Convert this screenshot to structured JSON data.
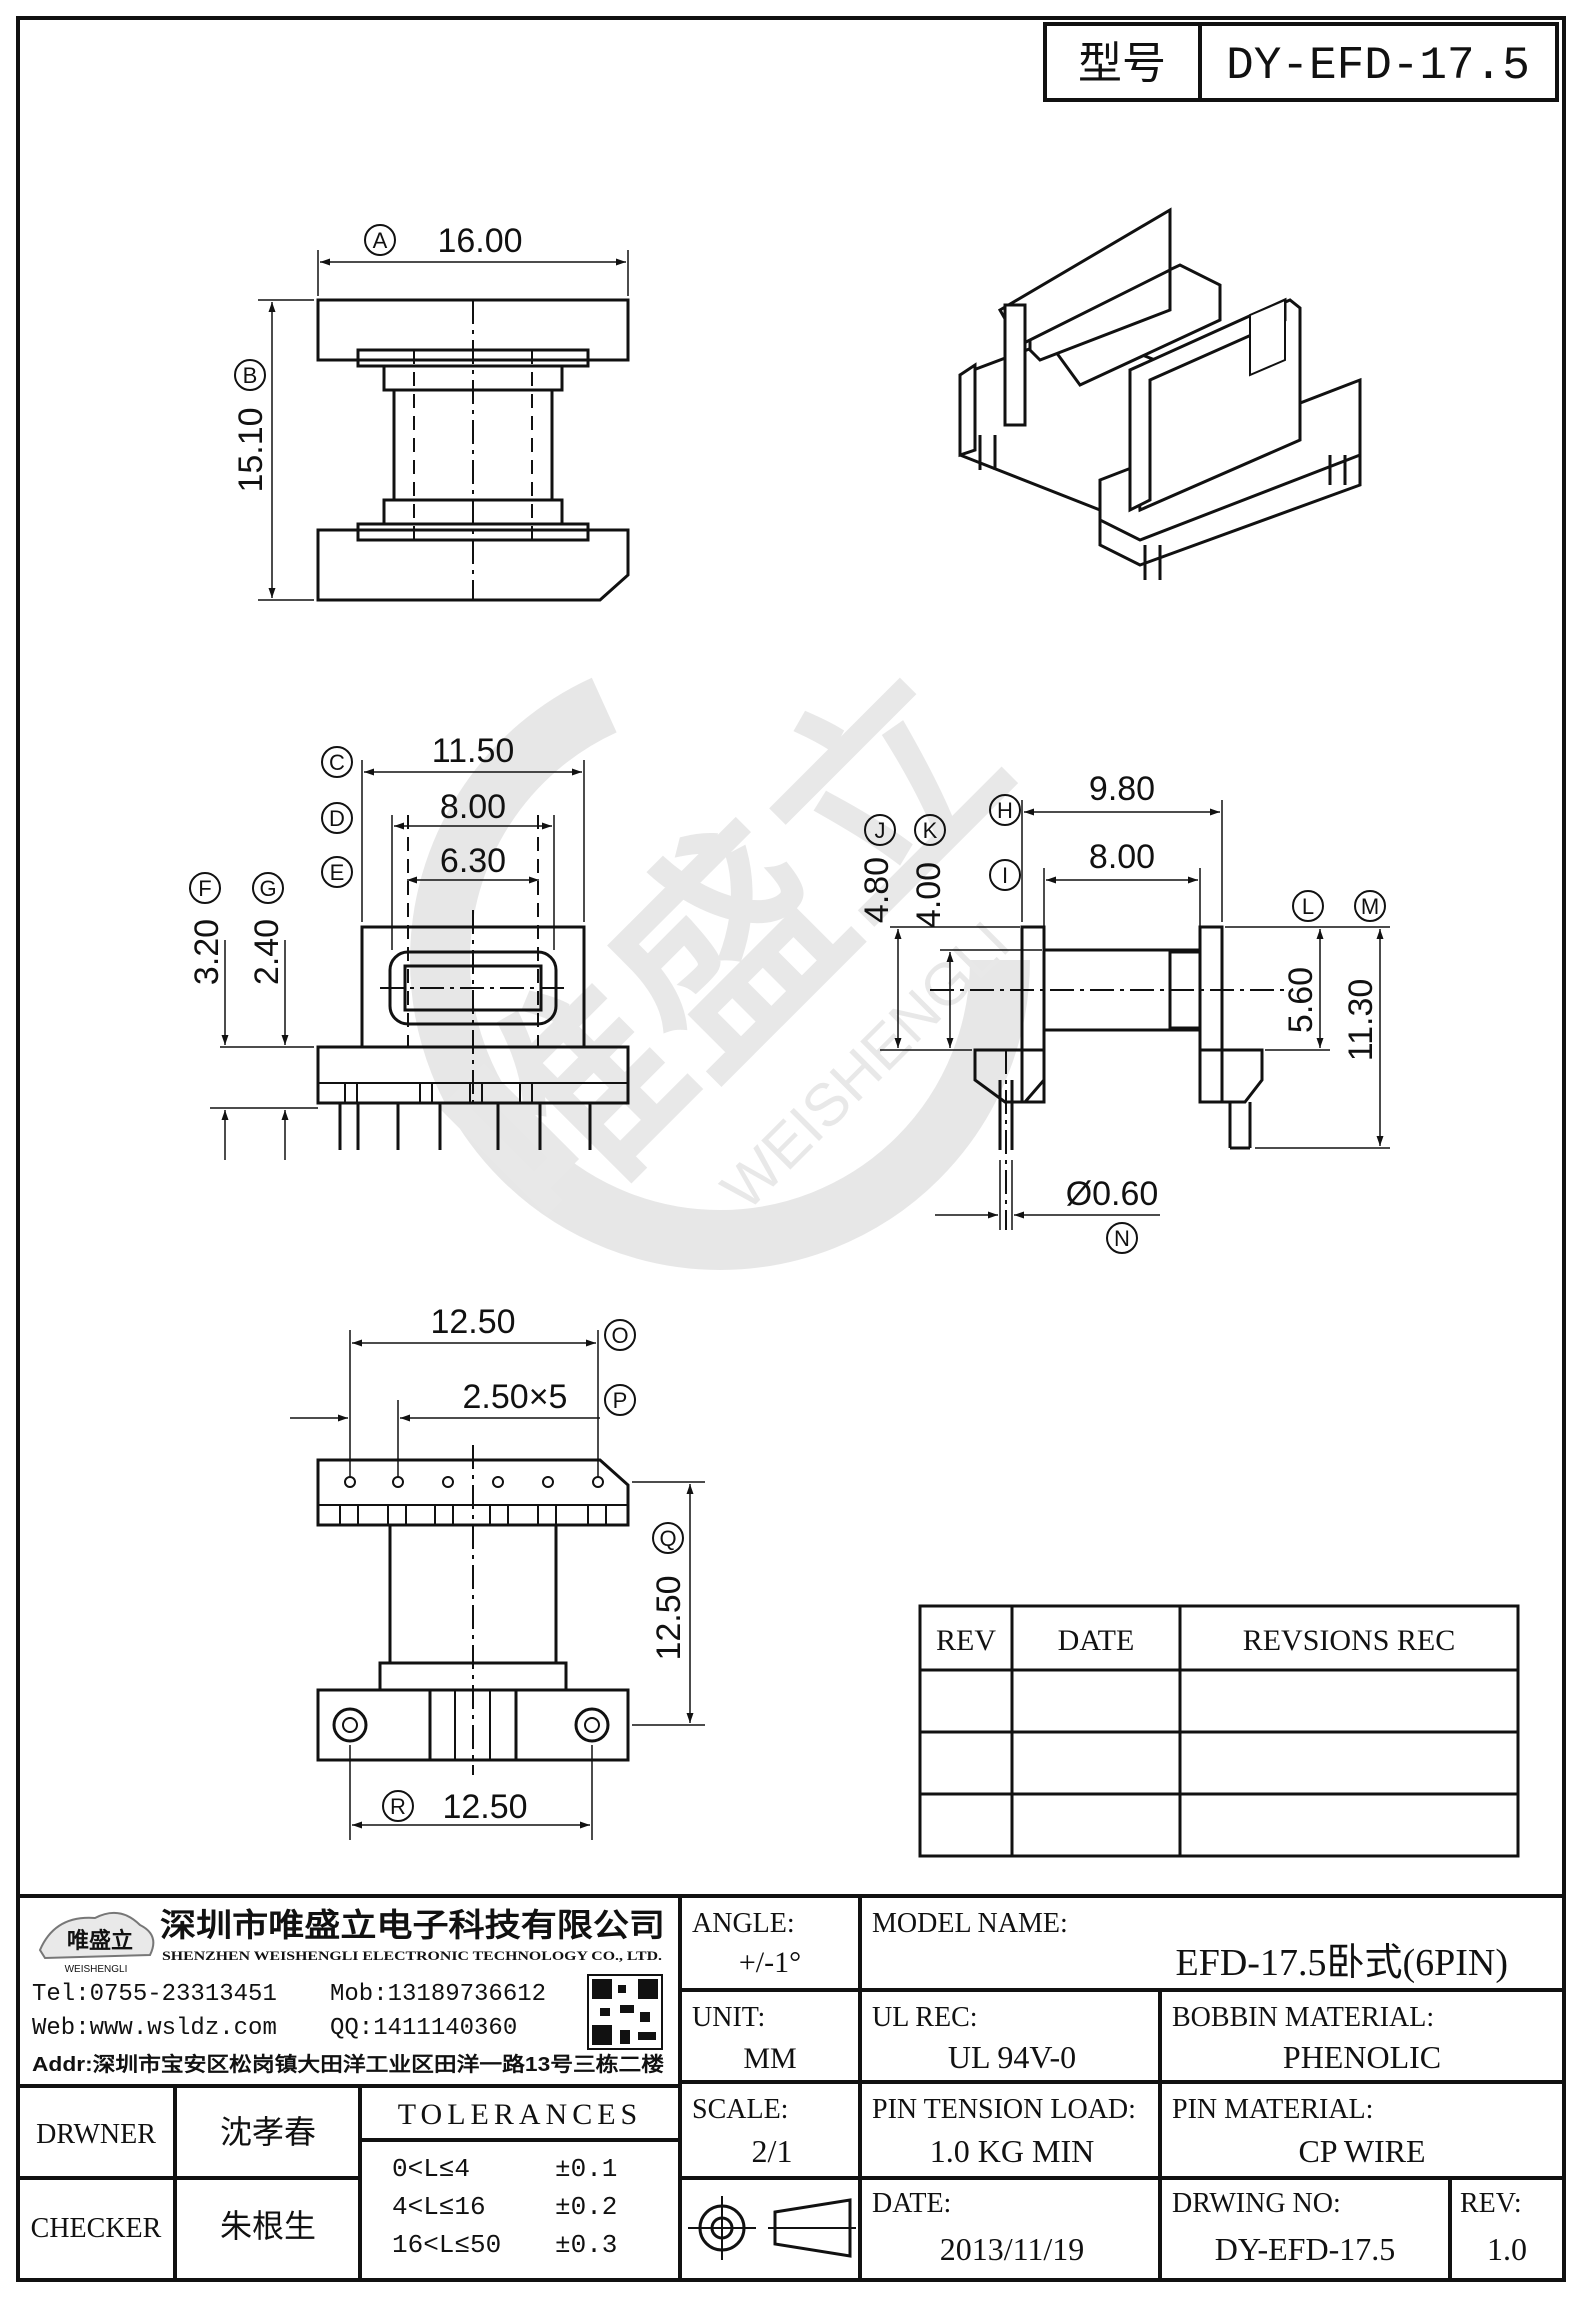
{
  "header": {
    "model_label": "型号",
    "model_value": "DY-EFD-17.5"
  },
  "watermark": {
    "brand": "唯盛立",
    "latin": "WEISHENGLI"
  },
  "dimensions": {
    "top_view": {
      "A_label": "A",
      "A_value": "16.00",
      "B_label": "B",
      "B_value": "15.10"
    },
    "front_view": {
      "C_label": "C",
      "C_value": "11.50",
      "D_label": "D",
      "D_value": "8.00",
      "E_label": "E",
      "E_value": "6.30",
      "F_label": "F",
      "F_value": "3.20",
      "G_label": "G",
      "G_value": "2.40"
    },
    "side_view": {
      "H_label": "H",
      "H_value": "9.80",
      "I_label": "I",
      "I_value": "8.00",
      "J_label": "J",
      "J_value": "4.80",
      "K_label": "K",
      "K_value": "4.00",
      "L_label": "L",
      "M_label": "M",
      "L_value": "5.60",
      "M_value": "11.30",
      "N_label": "N",
      "N_value": "Ø0.60"
    },
    "bottom_view": {
      "O_label": "O",
      "O_value": "12.50",
      "P_label": "P",
      "P_value": "2.50×5",
      "Q_label": "Q",
      "Q_value": "12.50",
      "R_label": "R",
      "R_value": "12.50"
    }
  },
  "revisions": {
    "headers": [
      "REV",
      "DATE",
      "REVSIONS REC"
    ],
    "rows": [
      [
        "",
        "",
        ""
      ],
      [
        "",
        "",
        ""
      ],
      [
        "",
        "",
        ""
      ]
    ]
  },
  "company": {
    "logo_text": "唯盛立",
    "logo_sub": "WEISHENGLI",
    "name_cn": "深圳市唯盛立电子科技有限公司",
    "name_en": "SHENZHEN WEISHENGLI ELECTRONIC TECHNOLOGY CO., LTD.",
    "tel": "Tel:0755-23313451",
    "mob": "Mob:13189736612",
    "web": "Web:www.wsldz.com",
    "qq": "QQ:1411140360",
    "addr": "Addr:深圳市宝安区松岗镇大田洋工业区田洋一路13号三栋二楼"
  },
  "title_block": {
    "angle_label": "ANGLE:",
    "angle_value": "+/-1°",
    "model_name_label": "MODEL NAME:",
    "model_name_value": "EFD-17.5卧式(6PIN)",
    "unit_label": "UNIT:",
    "unit_value": "MM",
    "ul_label": "UL REC:",
    "ul_value": "UL 94V-0",
    "bobbin_label": "BOBBIN MATERIAL:",
    "bobbin_value": "PHENOLIC",
    "scale_label": "SCALE:",
    "scale_value": "2/1",
    "pin_tension_label": "PIN TENSION LOAD:",
    "pin_tension_value": "1.0 KG MIN",
    "pin_material_label": "PIN MATERIAL:",
    "pin_material_value": "CP WIRE",
    "date_label": "DATE:",
    "date_value": "2013/11/19",
    "drawing_no_label": "DRWING NO:",
    "drawing_no_value": "DY-EFD-17.5",
    "rev_label": "REV:",
    "rev_value": "1.0",
    "drawer_label": "DRWNER",
    "drawer_value": "沈孝春",
    "checker_label": "CHECKER",
    "checker_value": "朱根生",
    "tolerances_label": "TOLERANCES",
    "tolerances": [
      {
        "range": "0<L≤4",
        "value": "±0.1"
      },
      {
        "range": "4<L≤16",
        "value": "±0.2"
      },
      {
        "range": "16<L≤50",
        "value": "±0.3"
      }
    ]
  }
}
